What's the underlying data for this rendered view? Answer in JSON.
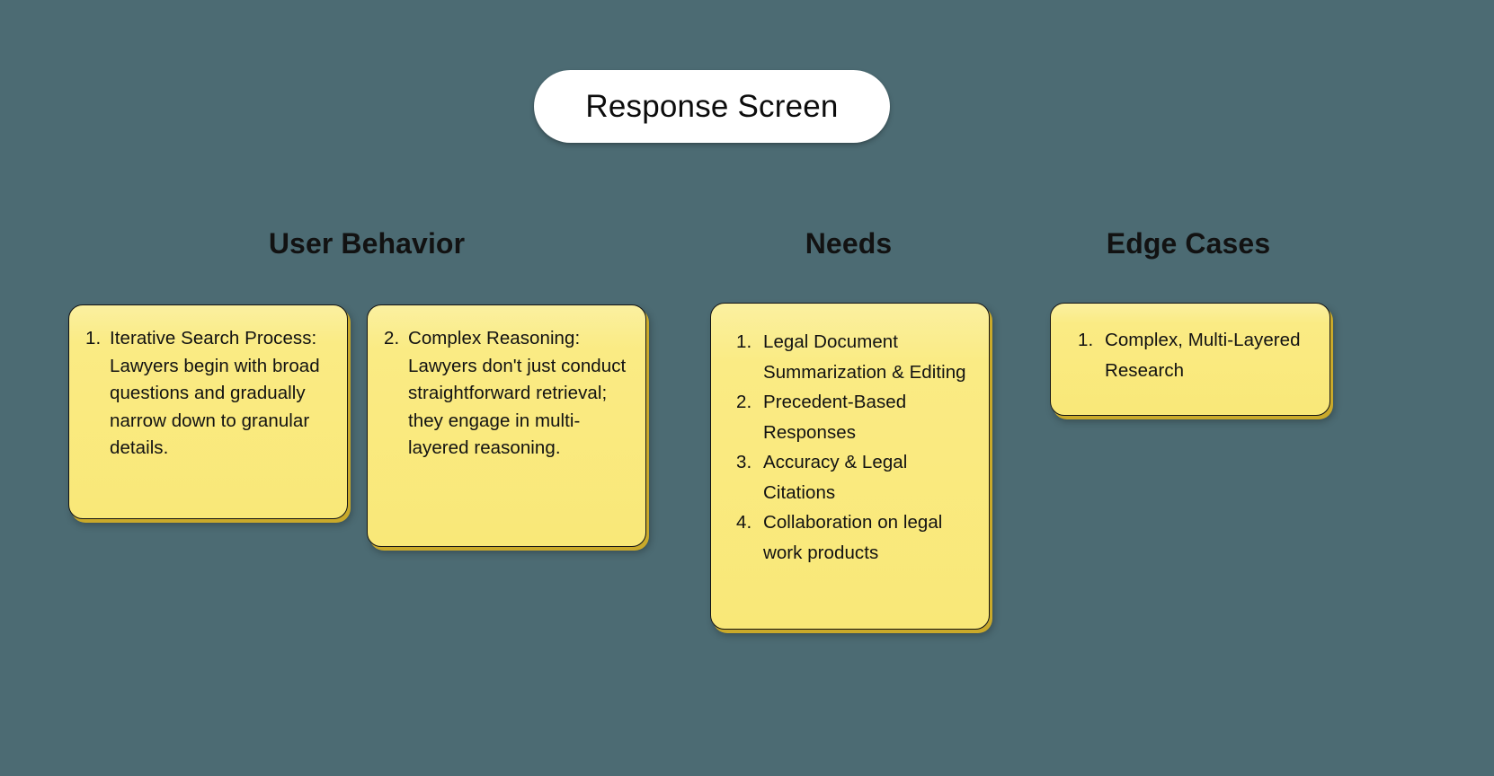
{
  "page": {
    "background_color": "#4C6B73",
    "note_color": "#FAEB84",
    "note_border_color": "#141414",
    "text_color": "#121212"
  },
  "title": {
    "label": "Response Screen"
  },
  "columns": [
    {
      "id": "user-behavior",
      "heading": "User Behavior",
      "cards": [
        {
          "id": "behavior-card-1",
          "items": [
            {
              "marker": "1.",
              "text": "Iterative Search Process: Lawyers begin with broad questions and gradually narrow down to granular details."
            }
          ]
        },
        {
          "id": "behavior-card-2",
          "items": [
            {
              "marker": "2.",
              "text": "Complex Reasoning: Lawyers don't just conduct straightforward retrieval; they engage in multi-layered reasoning."
            }
          ]
        }
      ]
    },
    {
      "id": "needs",
      "heading": "Needs",
      "cards": [
        {
          "id": "needs-card-1",
          "items": [
            {
              "marker": "1.",
              "text": "Legal Document Summarization & Editing"
            },
            {
              "marker": "2.",
              "text": "Precedent-Based Responses"
            },
            {
              "marker": "3.",
              "text": "Accuracy & Legal Citations"
            },
            {
              "marker": "4.",
              "text": "Collaboration on legal work products"
            }
          ]
        }
      ]
    },
    {
      "id": "edge-cases",
      "heading": "Edge Cases",
      "cards": [
        {
          "id": "edge-card-1",
          "items": [
            {
              "marker": "1.",
              "text": "Complex, Multi-Layered Research"
            }
          ]
        }
      ]
    }
  ]
}
